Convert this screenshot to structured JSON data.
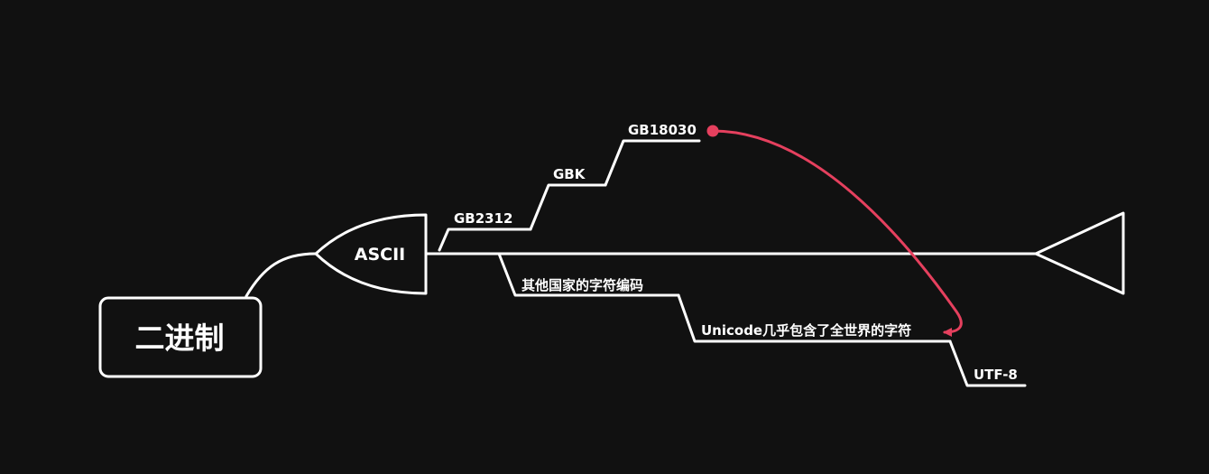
{
  "root": {
    "label": "二进制"
  },
  "ascii": {
    "label": "ASCII"
  },
  "branches": {
    "gb2312": "GB2312",
    "gbk": "GBK",
    "gb18030": "GB18030",
    "other_national": "其他国家的字符编码",
    "unicode": "Unicode几乎包含了全世界的字符",
    "utf8": "UTF-8"
  },
  "colors": {
    "background": "#111111",
    "line": "#ffffff",
    "relationship": "#e5405e"
  }
}
